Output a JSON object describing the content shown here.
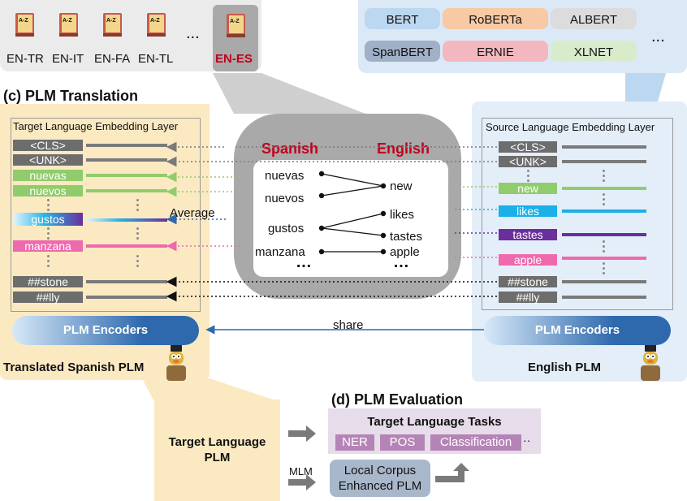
{
  "colors": {
    "english_panel": "#e3eef9",
    "spanish_panel": "#fbe9c2",
    "gray_panel": "#c6c6c6",
    "encoder_blue": "#2e69ad",
    "en_es_red": "#c0001c",
    "spanish_red": "#c0001c"
  },
  "languages": {
    "items": [
      "EN-TR",
      "EN-IT",
      "EN-FA",
      "EN-TL"
    ],
    "ellipsis": "...",
    "selected": "EN-ES",
    "icon_text": "A-Z"
  },
  "models": {
    "items": [
      {
        "label": "BERT",
        "color": "#bcd7f0"
      },
      {
        "label": "RoBERTa",
        "color": "#f7c9a5"
      },
      {
        "label": "ALBERT",
        "color": "#dcdcdc"
      },
      {
        "label": "SpanBERT",
        "color": "#9fb0c7"
      },
      {
        "label": "ERNIE",
        "color": "#f3b8bf"
      },
      {
        "label": "XLNET",
        "color": "#d8eccc"
      }
    ],
    "ellipsis": "..."
  },
  "section_c": {
    "title": "(c) PLM Translation"
  },
  "target_layer": {
    "title": "Target Language Embedding Layer",
    "tokens": [
      "<CLS>",
      "<UNK>",
      "nuevas",
      "nuevos",
      "gustos",
      "manzana",
      "##stone",
      "##lly"
    ]
  },
  "source_layer": {
    "title": "Source Language Embedding Layer",
    "tokens": [
      "<CLS>",
      "<UNK>",
      "new",
      "likes",
      "tastes",
      "apple",
      "##stone",
      "##lly"
    ]
  },
  "dictionary": {
    "header_left": "Spanish",
    "header_right": "English",
    "spanish_words": [
      "nuevas",
      "nuevos",
      "gustos",
      "manzana"
    ],
    "english_words": [
      "new",
      "likes",
      "tastes",
      "apple"
    ],
    "ellipsis": "…"
  },
  "average_label": "Average",
  "encoders": {
    "left": "PLM Encoders",
    "right": "PLM Encoders",
    "share": "share"
  },
  "labels": {
    "translated": "Translated Spanish PLM",
    "english": "English PLM"
  },
  "target_plm": {
    "line1": "Target Language",
    "line2": "PLM"
  },
  "section_d": {
    "title": "(d) PLM Evaluation"
  },
  "tasks": {
    "title": "Target Language Tasks",
    "items": [
      "NER",
      "POS",
      "Classification"
    ],
    "ellipsis": "··"
  },
  "local_corpus": {
    "line1": "Local Corpus",
    "line2": "Enhanced PLM"
  },
  "mlm_label": "MLM"
}
